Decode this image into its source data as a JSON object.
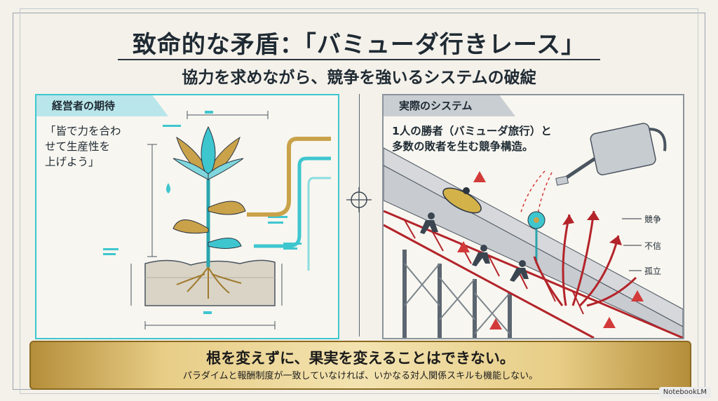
{
  "title": "致命的な矛盾：「バミューダ行きレース」",
  "subtitle": "協力を求めながら、競争を強いるシステムの破綻",
  "left_panel": {
    "tab": "経営者の期待",
    "quote": "「皆で力を合わ\nせて生産性を\n上げよう」"
  },
  "right_panel": {
    "tab": "実際のシステム",
    "description": "1人の勝者（バミューダ旅行）と\n多数の敗者を生む競争構造。",
    "labels": [
      "競争",
      "不信",
      "孤立"
    ]
  },
  "banner": {
    "main": "根を変えずに、果実を変えることはできない。",
    "sub": "パラダイムと報酬制度が一致していなければ、いかなる対人関係スキルも機能しない。"
  },
  "brand": "NotebookLM",
  "colors": {
    "teal": "#3ec6cf",
    "gold": "#c9a24a",
    "red": "#b3242a",
    "steel": "#5c6670"
  }
}
